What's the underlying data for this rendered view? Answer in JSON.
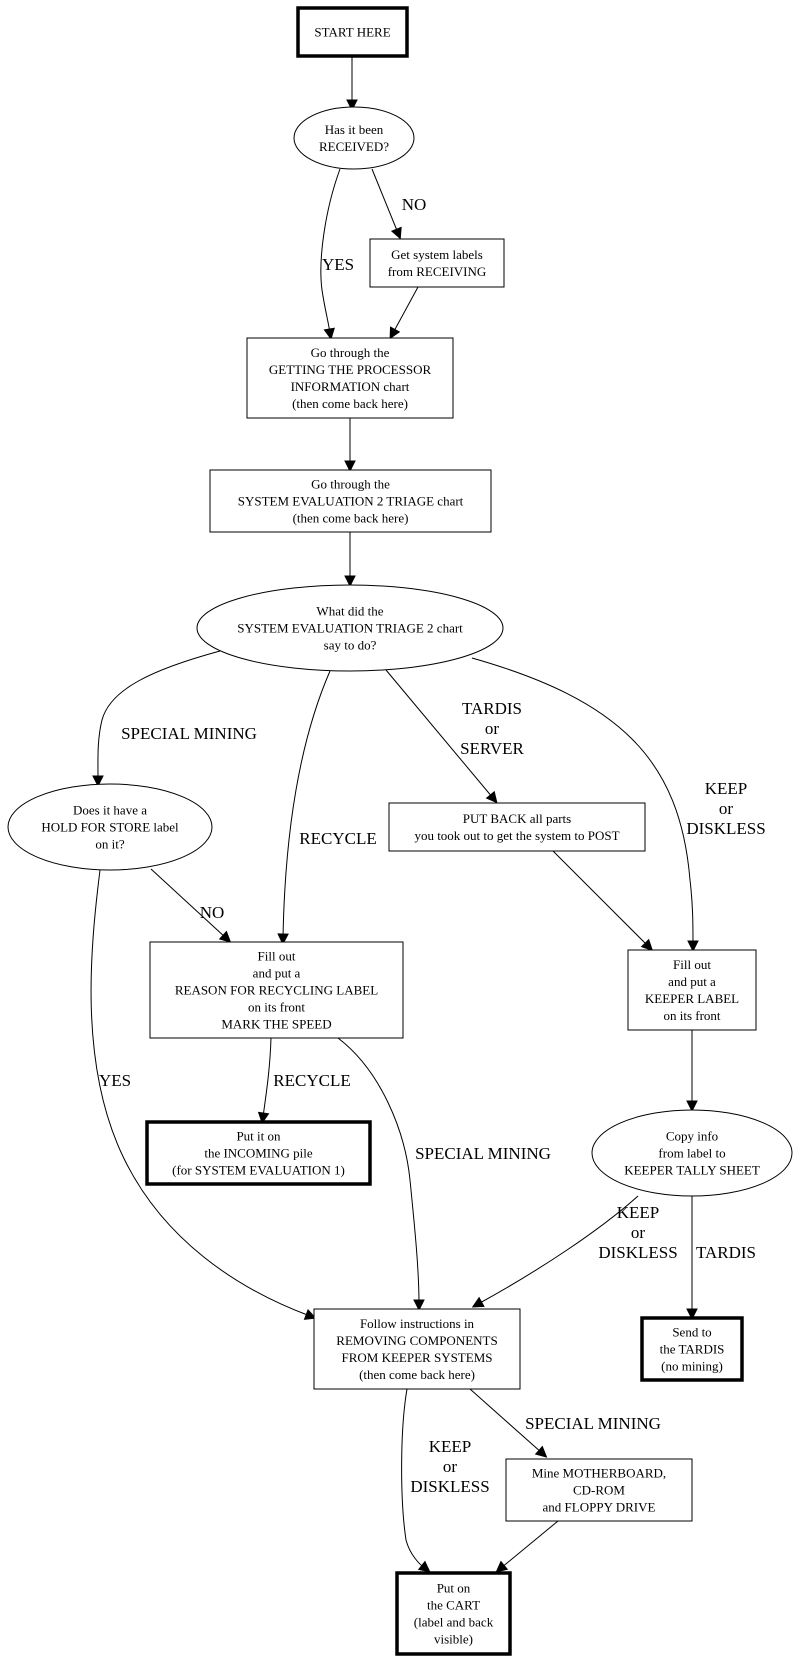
{
  "diagram": {
    "nodes": [
      {
        "id": "start",
        "shape": "box-bold",
        "lines": [
          "START HERE"
        ]
      },
      {
        "id": "received",
        "shape": "ellipse",
        "lines": [
          "Has it been",
          "RECEIVED?"
        ]
      },
      {
        "id": "get_labels",
        "shape": "box",
        "lines": [
          "Get system labels",
          "from RECEIVING"
        ]
      },
      {
        "id": "processor_info",
        "shape": "box",
        "lines": [
          "Go through the",
          "GETTING THE PROCESSOR",
          "INFORMATION chart",
          "(then come back here)"
        ]
      },
      {
        "id": "triage_chart",
        "shape": "box",
        "lines": [
          "Go through the",
          "SYSTEM EVALUATION 2 TRIAGE chart",
          "(then come back here)"
        ]
      },
      {
        "id": "triage_result",
        "shape": "ellipse",
        "lines": [
          "What did the",
          "SYSTEM EVALUATION TRIAGE 2 chart",
          "say to do?"
        ]
      },
      {
        "id": "hold_for_store",
        "shape": "ellipse",
        "lines": [
          "Does it have a",
          "HOLD FOR STORE label",
          "on it?"
        ]
      },
      {
        "id": "put_back",
        "shape": "box",
        "lines": [
          "PUT BACK all parts",
          "you took out to get the system to POST"
        ]
      },
      {
        "id": "recycle_label",
        "shape": "box",
        "lines": [
          "Fill out",
          "and put a",
          "REASON FOR RECYCLING LABEL",
          "on its front",
          "MARK THE SPEED"
        ]
      },
      {
        "id": "keeper_label",
        "shape": "box",
        "lines": [
          "Fill out",
          "and put a",
          "KEEPER LABEL",
          "on its front"
        ]
      },
      {
        "id": "incoming_pile",
        "shape": "box-bold",
        "lines": [
          "Put it on",
          "the INCOMING pile",
          "(for SYSTEM EVALUATION 1)"
        ]
      },
      {
        "id": "tally_sheet",
        "shape": "ellipse",
        "lines": [
          "Copy info",
          "from label to",
          "KEEPER TALLY SHEET"
        ]
      },
      {
        "id": "removing_components",
        "shape": "box",
        "lines": [
          "Follow instructions in",
          "REMOVING COMPONENTS",
          "FROM KEEPER SYSTEMS",
          "(then come back here)"
        ]
      },
      {
        "id": "send_tardis",
        "shape": "box-bold",
        "lines": [
          "Send to",
          "the TARDIS",
          "(no mining)"
        ]
      },
      {
        "id": "mine_parts",
        "shape": "box",
        "lines": [
          "Mine MOTHERBOARD,",
          "CD-ROM",
          "and FLOPPY DRIVE"
        ]
      },
      {
        "id": "cart",
        "shape": "box-bold",
        "lines": [
          "Put on",
          "the CART",
          "(label and back",
          "visible)"
        ]
      }
    ],
    "edges": [
      {
        "from": "start",
        "to": "received",
        "label": []
      },
      {
        "from": "received",
        "to": "processor_info",
        "label": [
          "YES"
        ]
      },
      {
        "from": "received",
        "to": "get_labels",
        "label": [
          "NO"
        ]
      },
      {
        "from": "get_labels",
        "to": "processor_info",
        "label": []
      },
      {
        "from": "processor_info",
        "to": "triage_chart",
        "label": []
      },
      {
        "from": "triage_chart",
        "to": "triage_result",
        "label": []
      },
      {
        "from": "triage_result",
        "to": "hold_for_store",
        "label": [
          "SPECIAL MINING"
        ]
      },
      {
        "from": "triage_result",
        "to": "recycle_label",
        "label": [
          "RECYCLE"
        ]
      },
      {
        "from": "triage_result",
        "to": "put_back",
        "label": [
          "TARDIS",
          "or",
          "SERVER"
        ]
      },
      {
        "from": "triage_result",
        "to": "keeper_label",
        "label": [
          "KEEP",
          "or",
          "DISKLESS"
        ]
      },
      {
        "from": "hold_for_store",
        "to": "recycle_label",
        "label": [
          "NO"
        ]
      },
      {
        "from": "hold_for_store",
        "to": "removing_components",
        "label": [
          "YES"
        ]
      },
      {
        "from": "put_back",
        "to": "keeper_label",
        "label": []
      },
      {
        "from": "recycle_label",
        "to": "incoming_pile",
        "label": [
          "RECYCLE"
        ]
      },
      {
        "from": "recycle_label",
        "to": "removing_components",
        "label": [
          "SPECIAL MINING"
        ]
      },
      {
        "from": "keeper_label",
        "to": "tally_sheet",
        "label": []
      },
      {
        "from": "tally_sheet",
        "to": "removing_components",
        "label": [
          "KEEP",
          "or",
          "DISKLESS"
        ]
      },
      {
        "from": "tally_sheet",
        "to": "send_tardis",
        "label": [
          "TARDIS"
        ]
      },
      {
        "from": "removing_components",
        "to": "cart",
        "label": [
          "KEEP",
          "or",
          "DISKLESS"
        ]
      },
      {
        "from": "removing_components",
        "to": "mine_parts",
        "label": [
          "SPECIAL MINING"
        ]
      },
      {
        "from": "mine_parts",
        "to": "cart",
        "label": []
      }
    ]
  }
}
